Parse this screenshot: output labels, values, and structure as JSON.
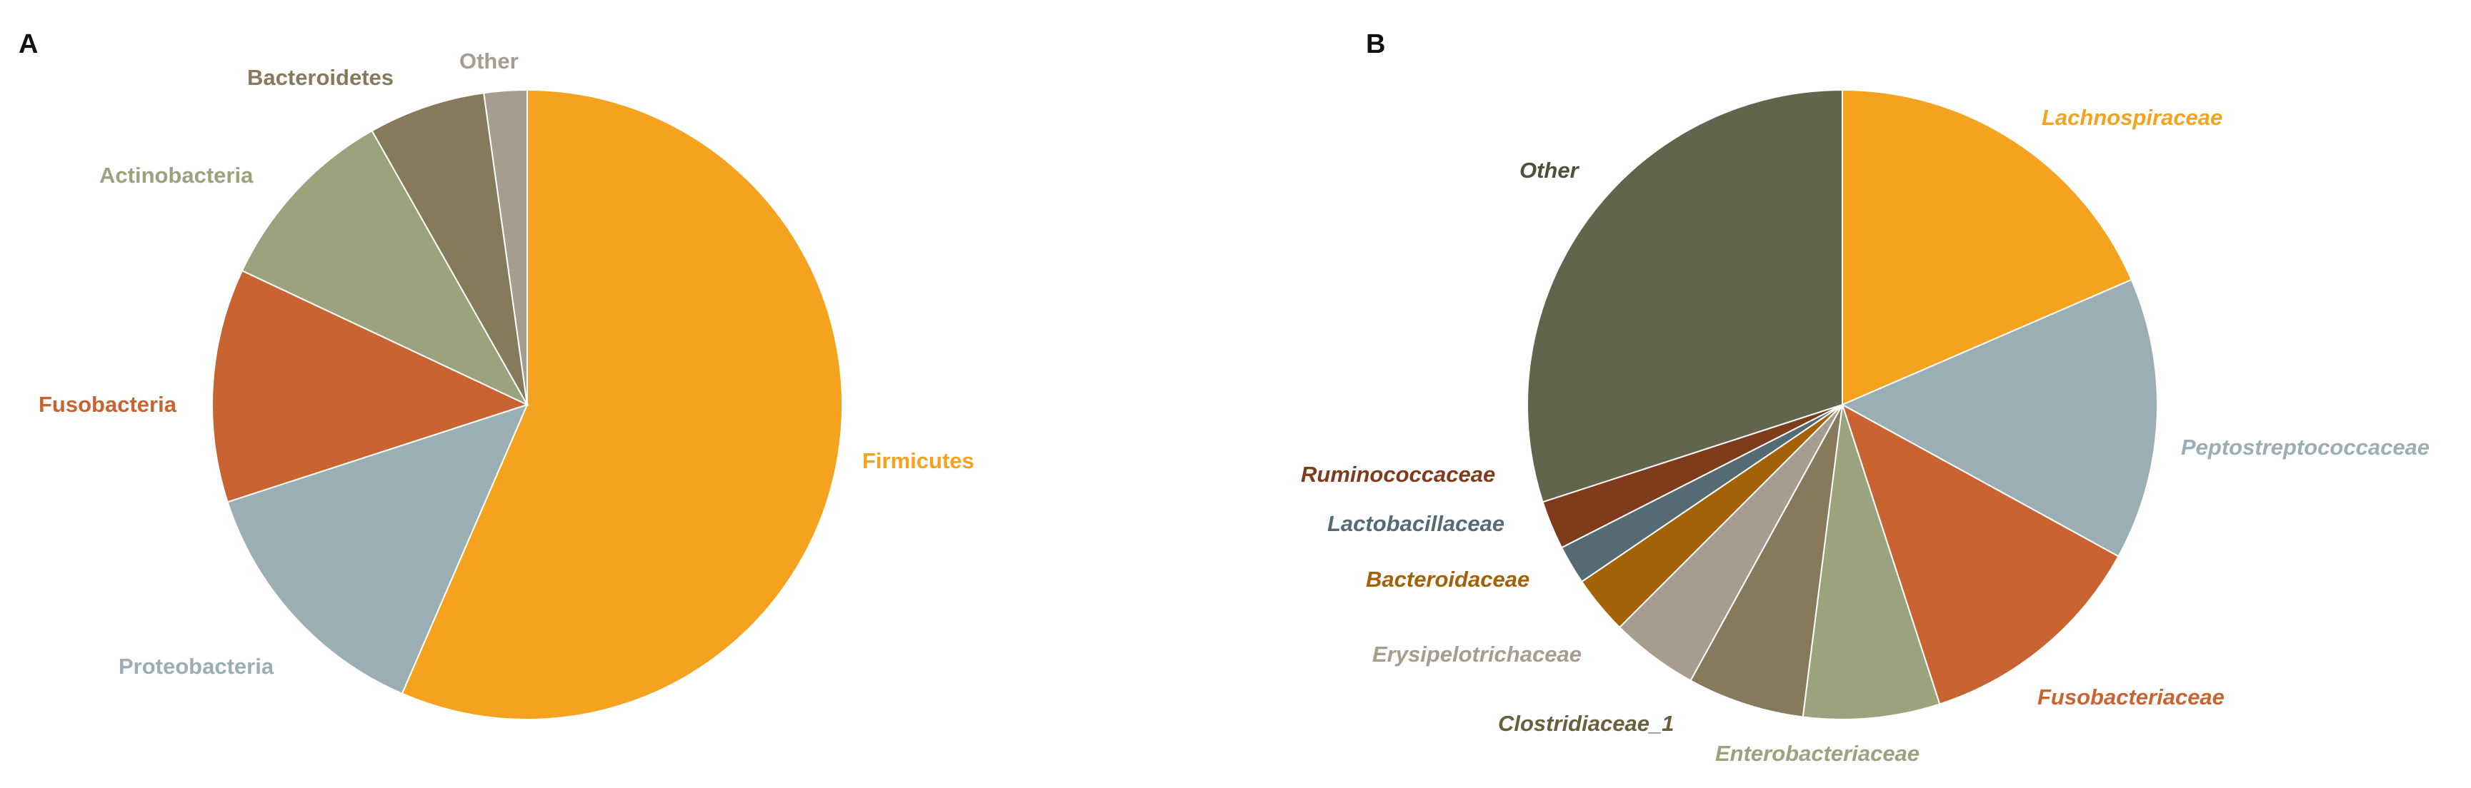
{
  "chart_data": [
    {
      "panel": "A",
      "type": "pie",
      "start_angle_deg": 0,
      "direction": "clockwise",
      "slices": [
        {
          "label": "Firmicutes",
          "value": 56.5,
          "color": "#F5A31E"
        },
        {
          "label": "Proteobacteria",
          "value": 13.5,
          "color": "#9BAEB3"
        },
        {
          "label": "Fusobacteria",
          "value": 12.0,
          "color": "#C96432"
        },
        {
          "label": "Actinobacteria",
          "value": 9.8,
          "color": "#9BA27E"
        },
        {
          "label": "Bacteroidetes",
          "value": 6.0,
          "color": "#87795C"
        },
        {
          "label": "Other",
          "value": 2.2,
          "color": "#A79C8E"
        }
      ],
      "label_colors": {
        "Firmicutes": "#F5A31E",
        "Proteobacteria": "#9BAEB3",
        "Fusobacteria": "#C96432",
        "Actinobacteria": "#9BA27E",
        "Bacteroidetes": "#87795C",
        "Other": "#A79C8E"
      }
    },
    {
      "panel": "B",
      "type": "pie",
      "start_angle_deg": 0,
      "direction": "clockwise",
      "slices": [
        {
          "label": "Lachnospiraceae",
          "value": 18.5,
          "color": "#F5A31E"
        },
        {
          "label": "Peptostreptococcaceae",
          "value": 14.5,
          "color": "#9BAEB3"
        },
        {
          "label": "Fusobacteriaceae",
          "value": 12.0,
          "color": "#C96432"
        },
        {
          "label": "Enterobacteriaceae",
          "value": 7.0,
          "color": "#9BA27E"
        },
        {
          "label": "Clostridiaceae_1",
          "value": 6.0,
          "color": "#87795C"
        },
        {
          "label": "Erysipelotrichaceae",
          "value": 4.5,
          "color": "#A79C8E"
        },
        {
          "label": "Bacteroidaceae",
          "value": 3.0,
          "color": "#A36108"
        },
        {
          "label": "Lactobacillaceae",
          "value": 2.0,
          "color": "#556A73"
        },
        {
          "label": "Ruminococcaceae",
          "value": 2.5,
          "color": "#7E3C1D"
        },
        {
          "label": "Other",
          "value": 30.0,
          "color": "#62654C"
        }
      ],
      "label_colors": {
        "Lachnospiraceae": "#F5A31E",
        "Peptostreptococcaceae": "#9BAEB3",
        "Fusobacteriaceae": "#C96432",
        "Enterobacteriaceae": "#9BA27E",
        "Clostridiaceae_1": "#6B5E3E",
        "Erysipelotrichaceae": "#A79C8E",
        "Bacteroidaceae": "#A36108",
        "Lactobacillaceae": "#556A73",
        "Ruminococcaceae": "#7E3C1D",
        "Other": "#4E5139"
      }
    }
  ]
}
